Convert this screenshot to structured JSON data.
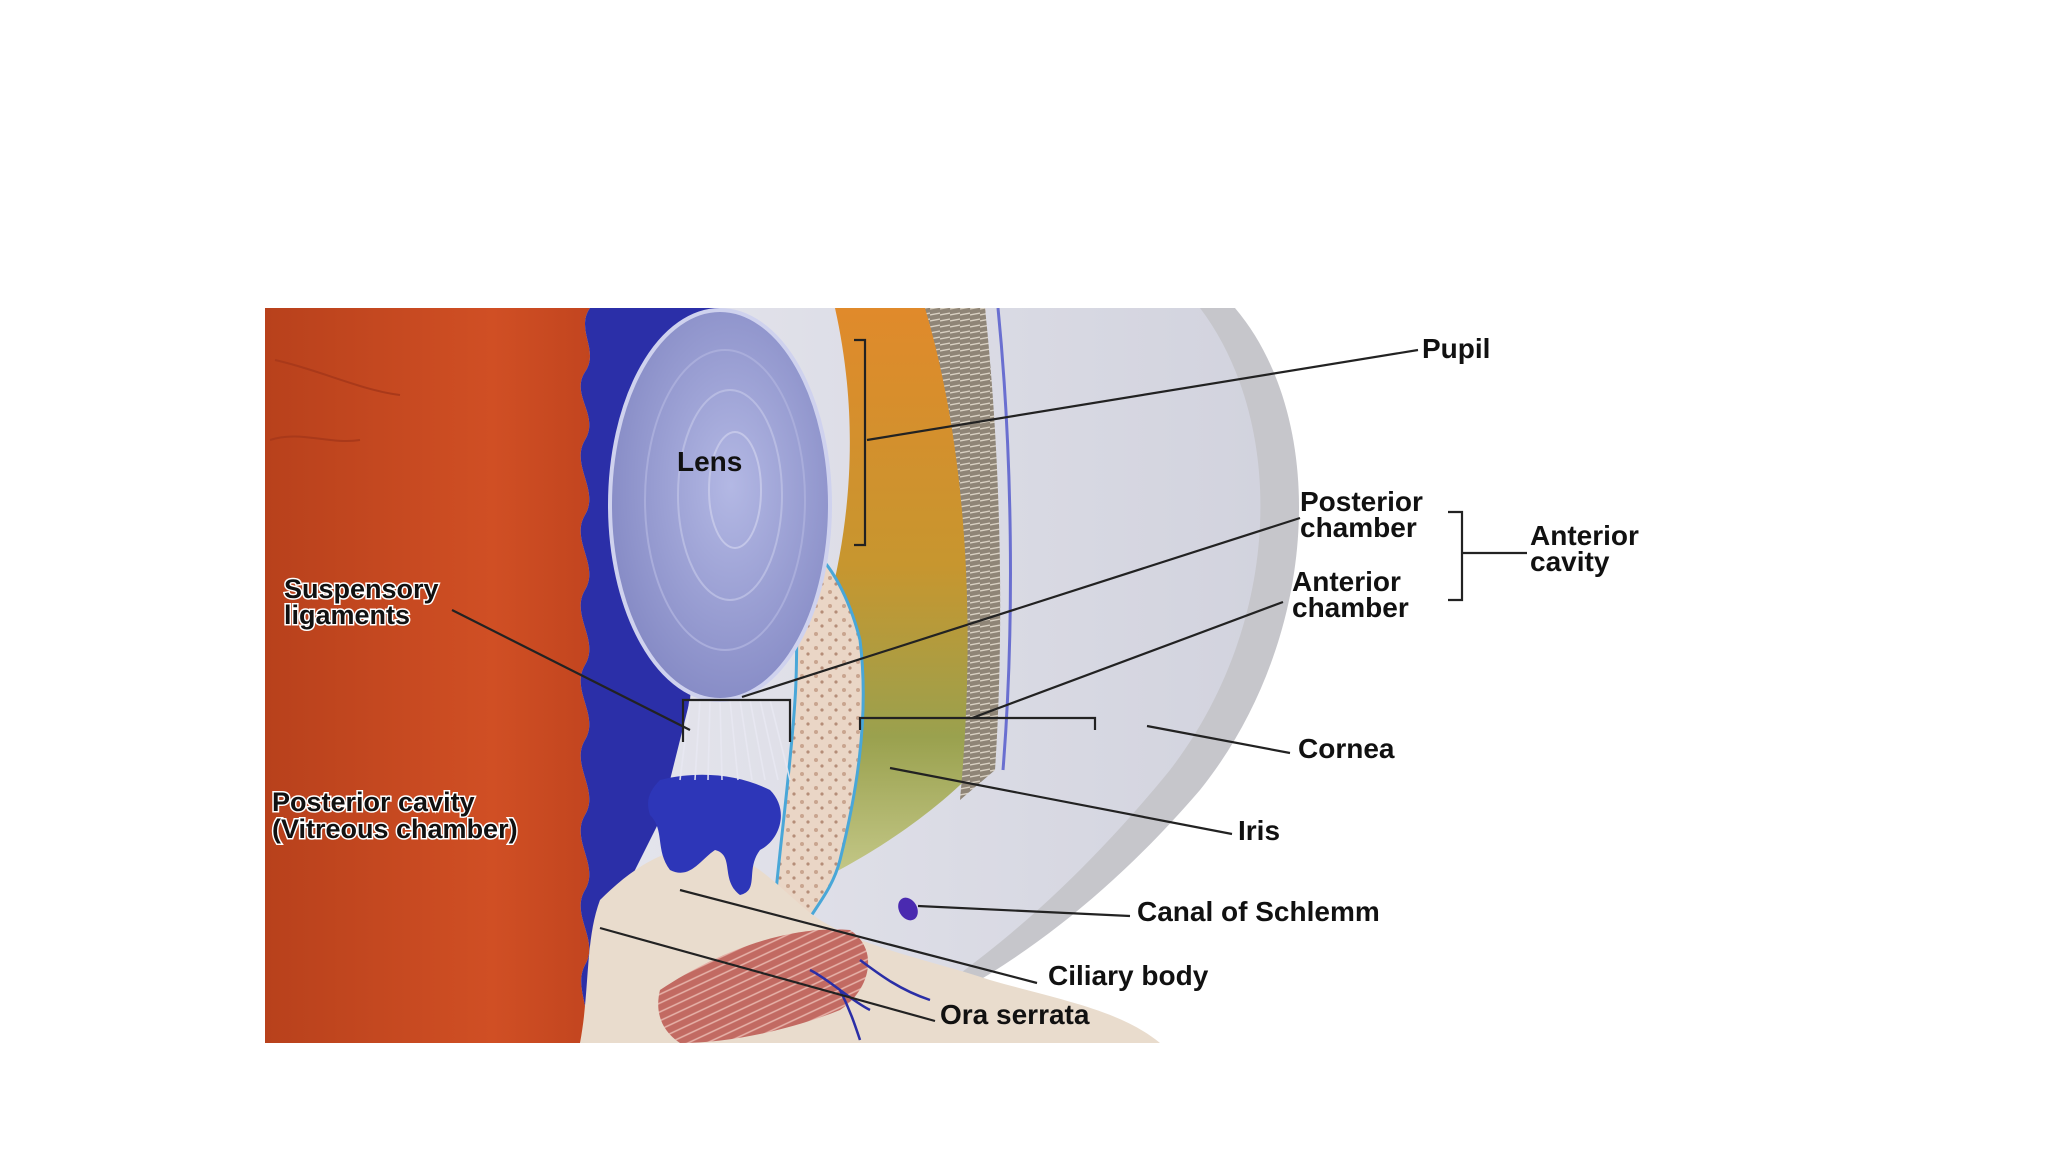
{
  "labels": {
    "pupil": "Pupil",
    "lens": "Lens",
    "posterior_chamber_1": "Posterior",
    "posterior_chamber_2": "chamber",
    "anterior_chamber_1": "Anterior",
    "anterior_chamber_2": "chamber",
    "anterior_cavity_1": "Anterior",
    "anterior_cavity_2": "cavity",
    "suspensory_1": "Suspensory",
    "suspensory_2": "ligaments",
    "posterior_cavity_1": "Posterior cavity",
    "posterior_cavity_2": "(Vitreous chamber)",
    "cornea": "Cornea",
    "iris": "Iris",
    "canal": "Canal of Schlemm",
    "ciliary": "Ciliary body",
    "ora": "Ora serrata"
  },
  "colors": {
    "vitreous": "#c9471f",
    "retina_band": "#2a2ea6",
    "lens": "#9ea3d6",
    "cornea": "#dcdde8",
    "sclera": "#c4c4c8",
    "iris": "#d9822a",
    "ciliary_tissue": "#e8d2c3",
    "muscle": "#b5504a"
  }
}
